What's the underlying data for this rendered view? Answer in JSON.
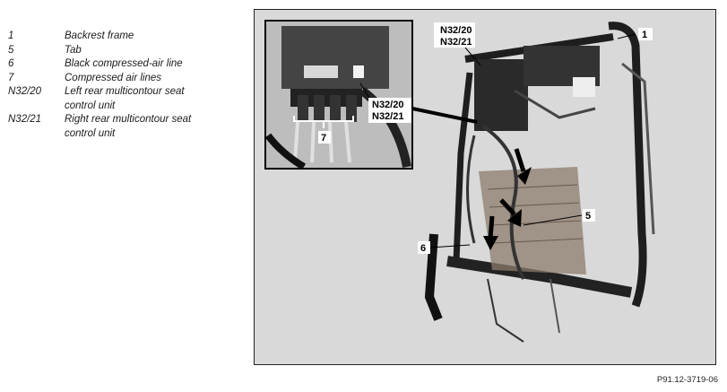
{
  "legend": [
    {
      "key": "1",
      "desc": "Backrest frame"
    },
    {
      "key": "5",
      "desc": "Tab"
    },
    {
      "key": "6",
      "desc": "Black compressed-air line"
    },
    {
      "key": "7",
      "desc": "Compressed air lines"
    },
    {
      "key": "N32/20",
      "desc": "Left rear multicontour seat control unit"
    },
    {
      "key": "N32/21",
      "desc": "Right rear multicontour seat control unit"
    }
  ],
  "figure": {
    "callouts": {
      "frame": "1",
      "tab": "5",
      "air_line": "6",
      "air_lines": "7",
      "unit_top_line1": "N32/20",
      "unit_top_line2": "N32/21",
      "unit_inset_line1": "N32/20",
      "unit_inset_line2": "N32/21"
    },
    "colors": {
      "background": "#d9d9d9",
      "frame": "#1e1e1e",
      "border": "#222222"
    }
  },
  "reference": "P91.12-3719-06"
}
